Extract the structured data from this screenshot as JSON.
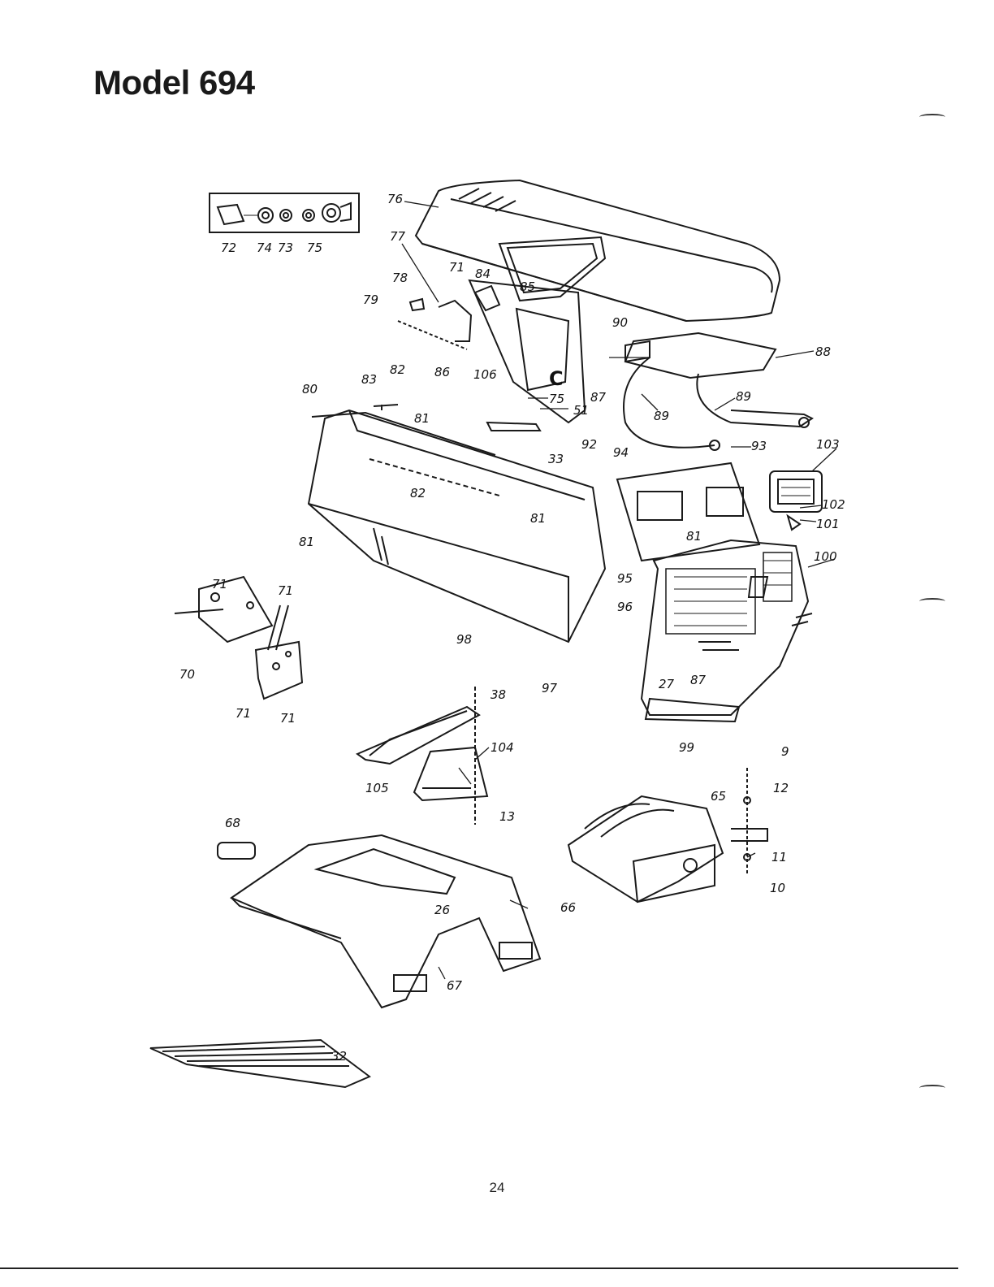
{
  "page": {
    "title": "Model 694",
    "page_number": "24"
  },
  "inset_labels": [
    "72",
    "74",
    "73",
    "75"
  ],
  "labels": [
    "76",
    "77",
    "71",
    "84",
    "78",
    "85",
    "79",
    "90",
    "88",
    "80",
    "83",
    "82",
    "86",
    "106",
    "C",
    "75",
    "87",
    "89",
    "89",
    "51",
    "81",
    "33",
    "92",
    "94",
    "93",
    "103",
    "82",
    "81",
    "102",
    "101",
    "81",
    "81",
    "100",
    "95",
    "71",
    "71",
    "96",
    "98",
    "97",
    "70",
    "27",
    "87",
    "71",
    "71",
    "38",
    "99",
    "104",
    "9",
    "105",
    "65",
    "12",
    "13",
    "68",
    "11",
    "10",
    "26",
    "66",
    "67",
    "32"
  ],
  "colors": {
    "ink": "#1a1a1a",
    "paper": "#ffffff"
  }
}
